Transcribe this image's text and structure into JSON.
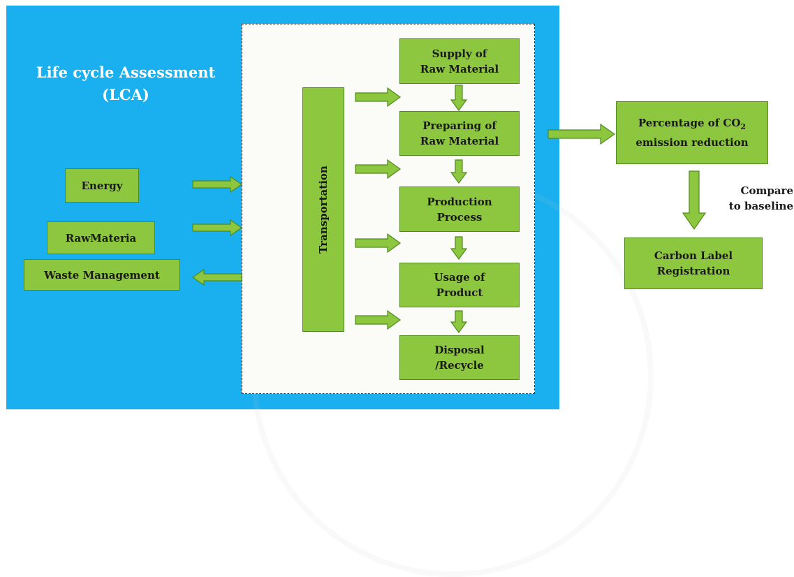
{
  "title": {
    "line1": "Life cycle Assessment",
    "line2": "(LCA)"
  },
  "inputs": {
    "energy": "Energy",
    "raw_materia": "RawMateria",
    "waste_management": "Waste Management"
  },
  "transportation": "Transportation",
  "stages": {
    "supply": {
      "line1": "Supply of",
      "line2": "Raw Material"
    },
    "preparing": {
      "line1": "Preparing of",
      "line2": "Raw Material"
    },
    "production": {
      "line1": "Production",
      "line2": "Process"
    },
    "usage": {
      "line1": "Usage of",
      "line2": "Product"
    },
    "disposal": {
      "line1": "Disposal",
      "line2": "/Recycle"
    }
  },
  "outputs": {
    "percentage": {
      "line1a": "Percentage of CO",
      "subscript": "2",
      "line2": "emission reduction"
    },
    "compare": {
      "line1": "Compare",
      "line2": "to baseline"
    },
    "carbon_label": {
      "line1": "Carbon Label",
      "line2": "Registration"
    }
  },
  "colors": {
    "panel": "#1ab0ef",
    "box": "#8dc63f",
    "box_border": "#4e8a1f",
    "title_text": "#ffffff"
  }
}
